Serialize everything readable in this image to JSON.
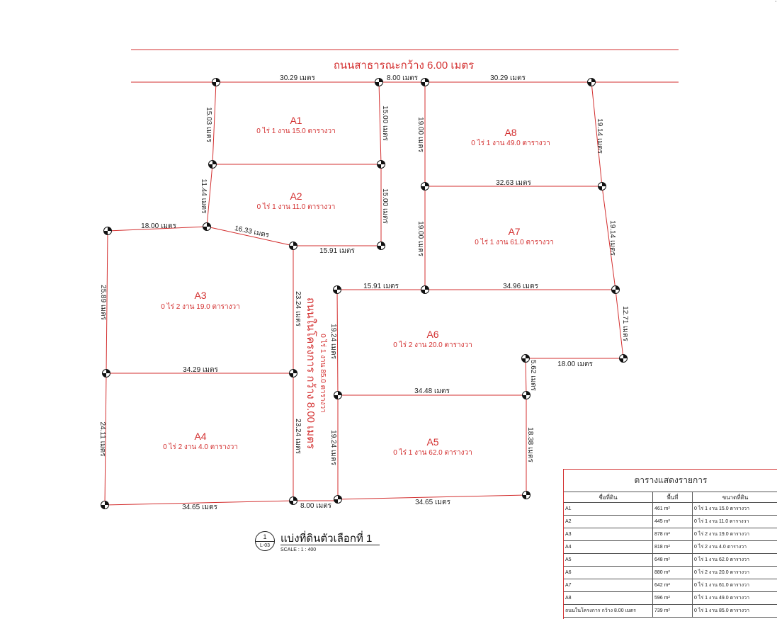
{
  "road": {
    "title": "ถนนสาธารณะกว้าง 6.00 เมตร"
  },
  "internal_road": {
    "label": "ถนนในโครงการ กว้าง 8.00 เมตร",
    "area": "0 ไร่ 1 งาน 85.0 ตารางวา"
  },
  "plots": [
    {
      "id": "A1",
      "area": "0 ไร่ 1 งาน 15.0 ตารางวา"
    },
    {
      "id": "A2",
      "area": "0 ไร่ 1 งาน 11.0 ตารางวา"
    },
    {
      "id": "A3",
      "area": "0 ไร่ 2 งาน 19.0 ตารางวา"
    },
    {
      "id": "A4",
      "area": "0 ไร่ 2 งาน 4.0 ตารางวา"
    },
    {
      "id": "A5",
      "area": "0 ไร่ 1 งาน 62.0 ตารางวา"
    },
    {
      "id": "A6",
      "area": "0 ไร่ 2 งาน 20.0 ตารางวา"
    },
    {
      "id": "A7",
      "area": "0 ไร่ 1 งาน 61.0 ตารางวา"
    },
    {
      "id": "A8",
      "area": "0 ไร่ 1 งาน 49.0 ตารางวา"
    }
  ],
  "dimensions": [
    "30.29 เมตร",
    "8.00 เมตร",
    "30.29 เมตร",
    "15.03 เมตร",
    "15.00 เมตร",
    "19.00 เมตร",
    "19.14 เมตร",
    "11.44 เมตร",
    "15.00 เมตร",
    "32.63 เมตร",
    "18.00 เมตร",
    "16.33 เมตร",
    "15.91 เมตร",
    "19.00 เมตร",
    "19.14 เมตร",
    "25.89 เมตร",
    "23.24 เมตร",
    "15.91 เมตร",
    "34.96 เมตร",
    "12.71 เมตร",
    "19.24 เมตร",
    "18.00 เมตร",
    "34.29 เมตร",
    "5.62 เมตร",
    "34.48 เมตร",
    "24.11 เมตร",
    "23.24 เมตร",
    "19.24 เมตร",
    "18.38 เมตร",
    "34.65 เมตร",
    "8.00 เมตร",
    "34.65 เมตร"
  ],
  "title_block": {
    "title": "แบ่งที่ดินตัวเลือกที่ 1",
    "number": "1",
    "sheet": "L-03",
    "scale": "SCALE : 1 : 400"
  },
  "schedule": {
    "title": "ตารางแสดงรายการ",
    "headers": [
      "ชื่อที่ดิน",
      "พื้นที่",
      "ขนาดที่ดิน"
    ],
    "rows": [
      [
        "A1",
        "461 m²",
        "0 ไร่ 1 งาน 15.0 ตารางวา"
      ],
      [
        "A2",
        "445 m²",
        "0 ไร่ 1 งาน 11.0 ตารางวา"
      ],
      [
        "A3",
        "878 m²",
        "0 ไร่ 2 งาน 19.0 ตารางวา"
      ],
      [
        "A4",
        "818 m²",
        "0 ไร่ 2 งาน 4.0 ตารางวา"
      ],
      [
        "A5",
        "648 m²",
        "0 ไร่ 1 งาน 62.0 ตารางวา"
      ],
      [
        "A6",
        "880 m²",
        "0 ไร่ 2 งาน 20.0 ตารางวา"
      ],
      [
        "A7",
        "642 m²",
        "0 ไร่ 1 งาน 61.0 ตารางวา"
      ],
      [
        "A8",
        "596 m²",
        "0 ไร่ 1 งาน 49.0 ตารางวา"
      ],
      [
        "ถนนในโครงการ กว้าง 8.00 เมตร",
        "739 m²",
        "0 ไร่ 1 งาน 85.0 ตารางวา"
      ]
    ]
  },
  "colors": {
    "boundary": "#d32f2f",
    "text": "#222222",
    "accent": "#d32f2f"
  }
}
